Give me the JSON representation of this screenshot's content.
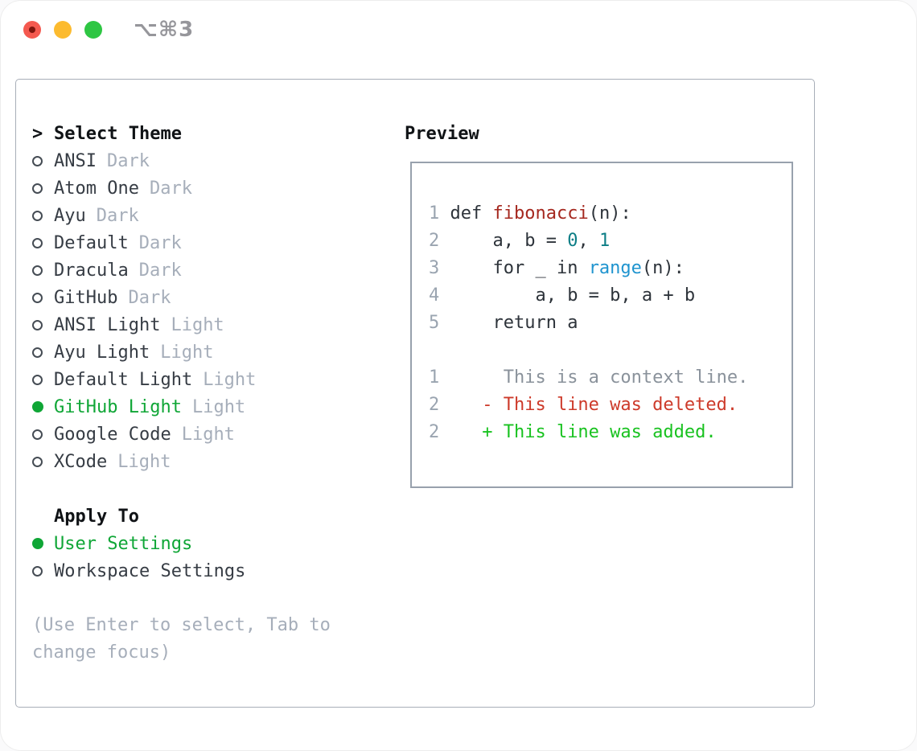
{
  "window": {
    "shortcut_label": "⌥⌘3",
    "controls": {
      "close": "close",
      "minimize": "minimize",
      "zoom": "zoom"
    }
  },
  "theme_picker": {
    "title_prefix": ">",
    "title": "Select Theme",
    "items": [
      {
        "name": "ANSI",
        "variant": "Dark",
        "selected": false
      },
      {
        "name": "Atom One",
        "variant": "Dark",
        "selected": false
      },
      {
        "name": "Ayu",
        "variant": "Dark",
        "selected": false
      },
      {
        "name": "Default",
        "variant": "Dark",
        "selected": false
      },
      {
        "name": "Dracula",
        "variant": "Dark",
        "selected": false
      },
      {
        "name": "GitHub",
        "variant": "Dark",
        "selected": false
      },
      {
        "name": "ANSI Light",
        "variant": "Light",
        "selected": false
      },
      {
        "name": "Ayu Light",
        "variant": "Light",
        "selected": false
      },
      {
        "name": "Default Light",
        "variant": "Light",
        "selected": false
      },
      {
        "name": "GitHub Light",
        "variant": "Light",
        "selected": true
      },
      {
        "name": "Google Code",
        "variant": "Light",
        "selected": false
      },
      {
        "name": "XCode",
        "variant": "Light",
        "selected": false
      }
    ],
    "apply_to": {
      "title": "Apply To",
      "options": [
        {
          "label": "User Settings",
          "selected": true
        },
        {
          "label": "Workspace Settings",
          "selected": false
        }
      ]
    },
    "hint_lines": [
      "(Use Enter to select, Tab to",
      "change focus)"
    ]
  },
  "preview": {
    "title": "Preview",
    "code_lines": [
      {
        "num": "1",
        "segments": [
          {
            "t": " def ",
            "c": "p"
          },
          {
            "t": "fibonacci",
            "c": "fn"
          },
          {
            "t": "(n):",
            "c": "p"
          }
        ]
      },
      {
        "num": "2",
        "segments": [
          {
            "t": "     a, b = ",
            "c": "p"
          },
          {
            "t": "0",
            "c": "n"
          },
          {
            "t": ", ",
            "c": "p"
          },
          {
            "t": "1",
            "c": "n"
          }
        ]
      },
      {
        "num": "3",
        "segments": [
          {
            "t": "     for _ in ",
            "c": "p"
          },
          {
            "t": "range",
            "c": "b"
          },
          {
            "t": "(n):",
            "c": "p"
          }
        ]
      },
      {
        "num": "4",
        "segments": [
          {
            "t": "         a, b = b, a + b",
            "c": "p"
          }
        ]
      },
      {
        "num": "5",
        "segments": [
          {
            "t": "     return a",
            "c": "p"
          }
        ]
      },
      {
        "num": "",
        "segments": []
      },
      {
        "num": "1",
        "segments": [
          {
            "t": "      This is a context line.",
            "c": "ctx"
          }
        ]
      },
      {
        "num": "2",
        "segments": [
          {
            "t": "    - This line was deleted.",
            "c": "del"
          }
        ]
      },
      {
        "num": "2",
        "segments": [
          {
            "t": "    + This line was added.",
            "c": "add"
          }
        ]
      }
    ]
  },
  "colors": {
    "accent_green": "#0fa636",
    "added_green": "#19c220",
    "deleted_red": "#cd3a2a",
    "function_red": "#a5281f",
    "number_teal": "#0d7e86",
    "builtin_blue": "#1f94cf",
    "code_text": "#2d333a",
    "line_number_gray": "#9aa4b0",
    "context_gray": "#8a929b",
    "muted_gray": "#a6aeba",
    "item_text": "#363c44",
    "heading_black": "#101316",
    "panel_border": "#a8aeb8",
    "preview_border": "#98a1ad",
    "radio_border": "#454c54",
    "titlebar_gray": "#96969b",
    "traffic_red": "#f4594f",
    "traffic_red_dot": "#7e150d",
    "traffic_yellow": "#fcbb2f",
    "traffic_green": "#2ec643"
  }
}
